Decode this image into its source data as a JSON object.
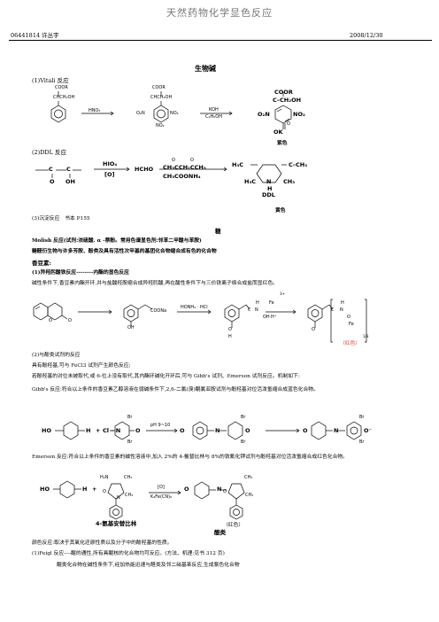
{
  "header": {
    "title": "天然药物化学显色反应",
    "author": "06441814 许丛宇",
    "date": "2008/12/30"
  },
  "section_alkaloid": {
    "title": "生物碱",
    "vitali_title": "(1)Vitali 反应",
    "vitali": {
      "r1_top": "COOR",
      "r1_mid": "CHCH₂OH",
      "reagent1": "HNO₃",
      "r2_top": "COOR",
      "r2_mid": "CHCH₂OH",
      "r2_left": "O₂N",
      "r2_right": "NO₂",
      "r2_bottom": "NO₂",
      "reagent2a": "KOH",
      "reagent2b": "C₂H₅OH",
      "p_top": "COOR",
      "p_mid": "C–CH₂OH",
      "p_left": "O₂N",
      "p_right": "NO₂",
      "p_bottom": "OK",
      "p_o": "O",
      "color": "紫色"
    },
    "ddl_title": "(2)DDL 反应",
    "ddl": {
      "r_c": "C",
      "r_o": "O",
      "r_oh": "OH",
      "reagent_top": "HIO₄",
      "reagent_bottom": "[O]",
      "inter": "HCHO",
      "mid_top": "CH₃CCH₂CCH₃",
      "mid_o1": "O",
      "mid_o2": "O",
      "mid_bottom": "CH₃COONH₄",
      "prod_left_top": "H₃C",
      "prod_right_top": "C–CH₃",
      "prod_left_bottom": "H₃C",
      "prod_right_bottom": "CH₃",
      "prod_n": "N",
      "prod_h": "H",
      "prod_name": "DDL",
      "color": "黄色"
    },
    "precip": "(3)沉淀反应　书本 P155"
  },
  "section_glycoside": {
    "title": "糖",
    "molish": "Molish 反应(试剂:浓硫酸. α -萘酚。常用色谱显色剂:邻苯二甲酸与苯胺)",
    "desc": "糖醛衍生物与许多芳胺、酚类及具有活性次甲基的基团化合物缩合成有色的化合物",
    "coumarin_title": "香豆素:",
    "c1": "(1)异羟肟酸铁反应--------内酯的显色反应",
    "c1_desc": "碱性条件下,香豆素内酯开环,并与盐酸羟胺缩合成异羟肟酸,再在酸性条件下与三价铁离子络合成盐而显红色。",
    "c1_scheme": {
      "na": "COONa",
      "oh": "OH",
      "reagent": "HONH₂ · HCl",
      "fe": "Fe",
      "fe_charge": "3+",
      "h_plus": "H⁺",
      "c": "C",
      "n": "N",
      "h": "H",
      "o": "O",
      "fe_bracket": "Fe",
      "sub": "1/3",
      "color": "（红色）"
    },
    "c2": "(2)与酚类试剂的反应",
    "c2_a": "具有酚羟基,可与 FeCl3 试剂产生颜色反应;",
    "c2_b": "若酚羟基的对位未被取代,或 6-位上没有取代,其内酯环碱化开环后,可与 Gibb's 试剂、Emerson 试剂反应。机制如下:",
    "gibbs": "Gibb's 反应:符合以上条件的香豆素乙醇溶液在弱碱条件下,2,6-二氯(溴)醌氯亚胺试剂与酚羟基对位活泼氢缩合成蓝色化合物。",
    "gibbs_scheme": {
      "ho": "HO",
      "h": "H",
      "plus": "+",
      "cln": "Cl – N",
      "br1": "Br",
      "br2": "Br",
      "o": "O",
      "ph": "pH 9~10",
      "o_left": "O",
      "n": "N",
      "br3": "Br",
      "br4": "Br",
      "o2": "O",
      "o3": "O",
      "n2": "N",
      "br5": "Br",
      "br6": "Br",
      "o_minus": "O⁻"
    },
    "emerson": "Emerson 反应:符合以上条件的香豆素的碱性溶液中,加入 2%的 4-氨替比林与 8%的铁氰化钾试剂与酚羟基对位活泼氢缩合成红色化合物。",
    "emerson_scheme": {
      "ho": "HO",
      "h": "H",
      "plus": "+",
      "h2n": "H₂N",
      "ch3a": "CH₃",
      "ch3b": "CH₃",
      "o": "O",
      "n": "N",
      "reagent_name": "4-氨基安替比林",
      "ox": "[O]",
      "kfe": "K₃Fe(CN)₆",
      "o2": "O",
      "n2": "N",
      "ch3c": "CH₃",
      "ch3d": "CH₃",
      "o3": "O",
      "color": "（红色）"
    },
    "quinone_title": "醌类",
    "quinone_desc": "颜色反应:取决于其氧化还原性质以及分子中的酚羟基的性质。",
    "feigl": "(1)Feigl 反应----醌的通性,所有具醌核的化合物均可反应。(方法、机理:见书 312 页)",
    "feigl_desc": "醌类化合物在碱性条件下,经加热能迅速与醛类及邻二硝基苯反应,生成紫色化合物"
  }
}
